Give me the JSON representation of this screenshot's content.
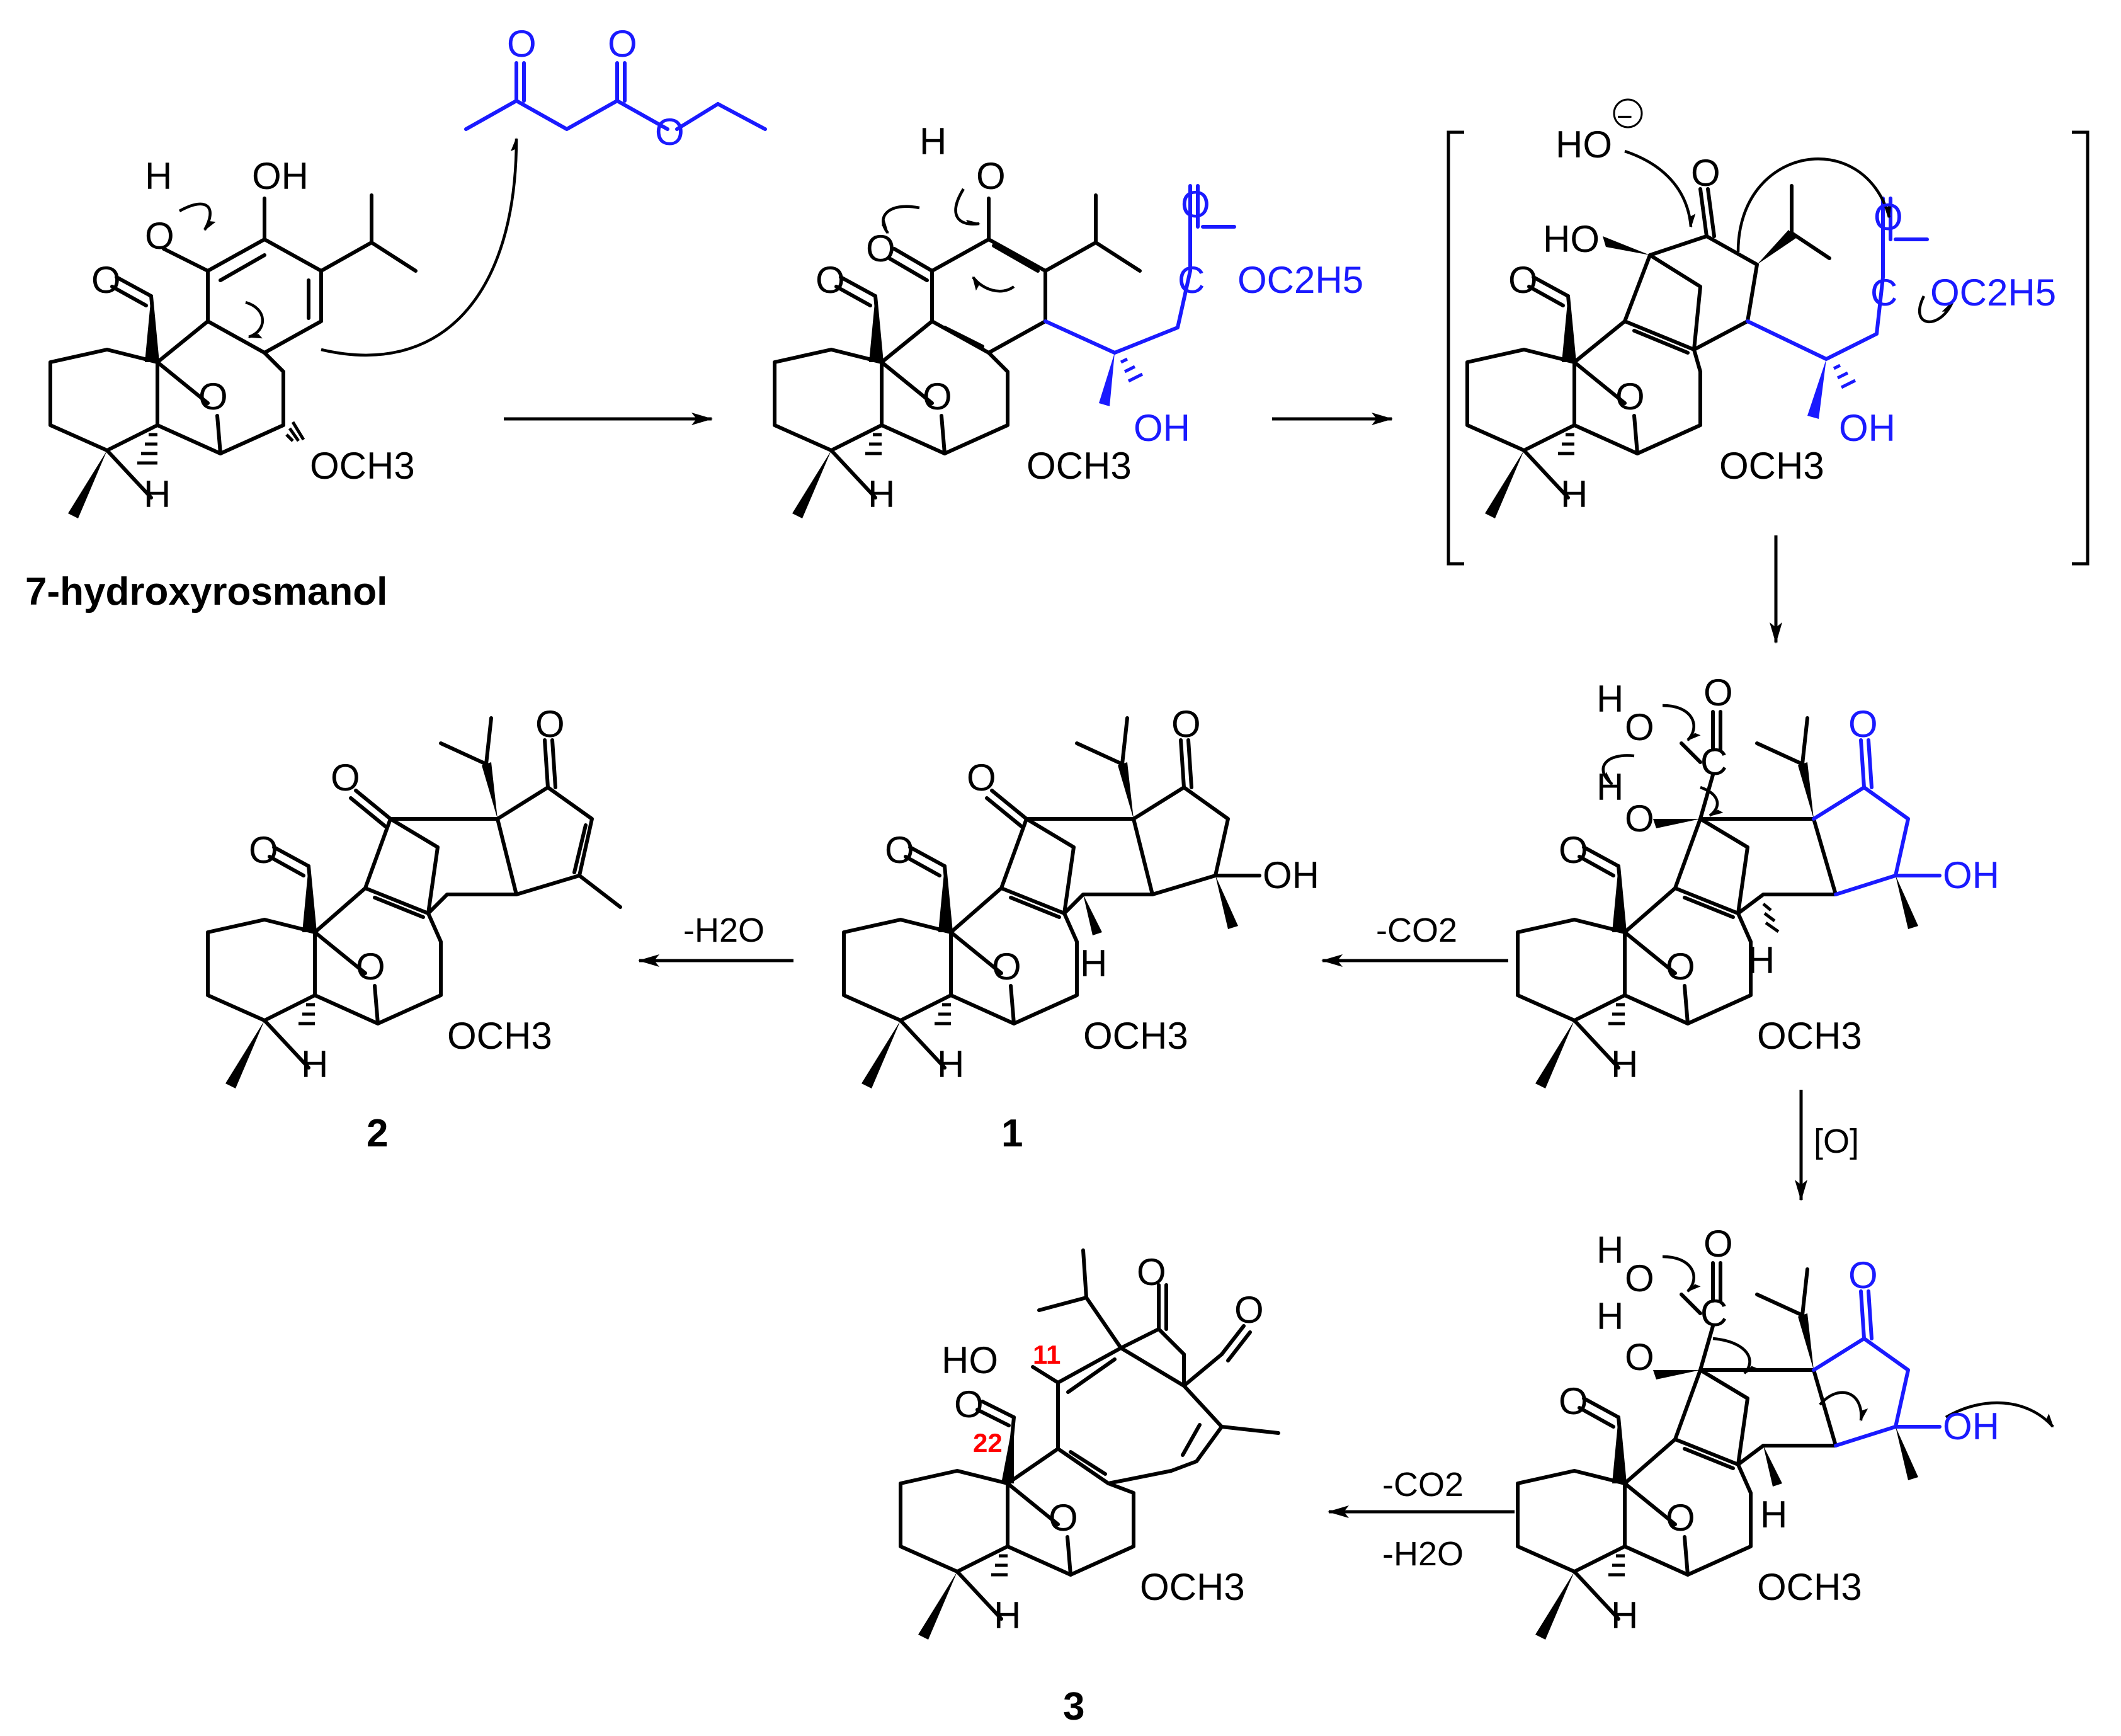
{
  "compound_labels": {
    "start": "7-hydroxyrosmanol",
    "c1": "1",
    "c2": "2",
    "c3": "3"
  },
  "conditions": {
    "decarbox1": "-CO2",
    "dehydrate": "-H2O",
    "oxidation": "[O]",
    "decarbox2": "-CO2",
    "dehydrate2": "-H2O"
  },
  "atoms": {
    "o": "O",
    "h": "H",
    "oh": "OH",
    "ho": "HO",
    "och3": "OCH3",
    "c": "C",
    "oc2h5": "OC2H5",
    "minus": "−"
  },
  "numbering": {
    "n11": "11",
    "n22": "22"
  },
  "colors": {
    "added_fragment": "#1a1aff",
    "numbering": "#ff0000"
  }
}
